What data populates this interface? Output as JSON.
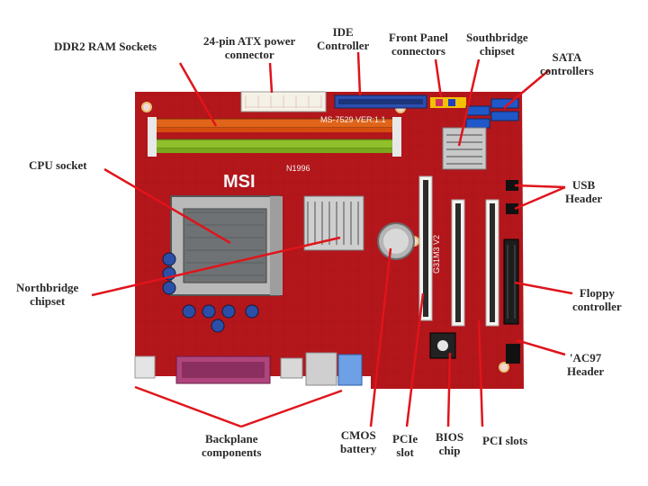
{
  "labels": {
    "ddr2": "DDR2 RAM Sockets",
    "atx": "24-pin ATX power\nconnector",
    "ide": "IDE\nController",
    "front_panel": "Front Panel\nconnectors",
    "southbridge": "Southbridge\nchipset",
    "sata": "SATA\ncontrollers",
    "cpu": "CPU socket",
    "usb": "USB\nHeader",
    "northbridge": "Northbridge\nchipset",
    "floppy": "Floppy\ncontroller",
    "ac97": "'AC97\nHeader",
    "backplane": "Backplane\ncomponents",
    "cmos": "CMOS\nbattery",
    "pcie": "PCIe\nslot",
    "bios": "BIOS\nchip",
    "pci": "PCI slots"
  },
  "board": {
    "brand": "MSI",
    "model": "MS-7529 VER:1.1",
    "chip_label": "G31M3 V2",
    "board_id": "N1996"
  },
  "colors": {
    "pcb": "#b3161b",
    "arrow": "#e0141b",
    "ram_orange": "#e0641a",
    "ram_green": "#8fbf2a",
    "ide_blue": "#2c4fb0",
    "sata_blue": "#1f58c8",
    "parallel_purple": "#b0457d"
  }
}
